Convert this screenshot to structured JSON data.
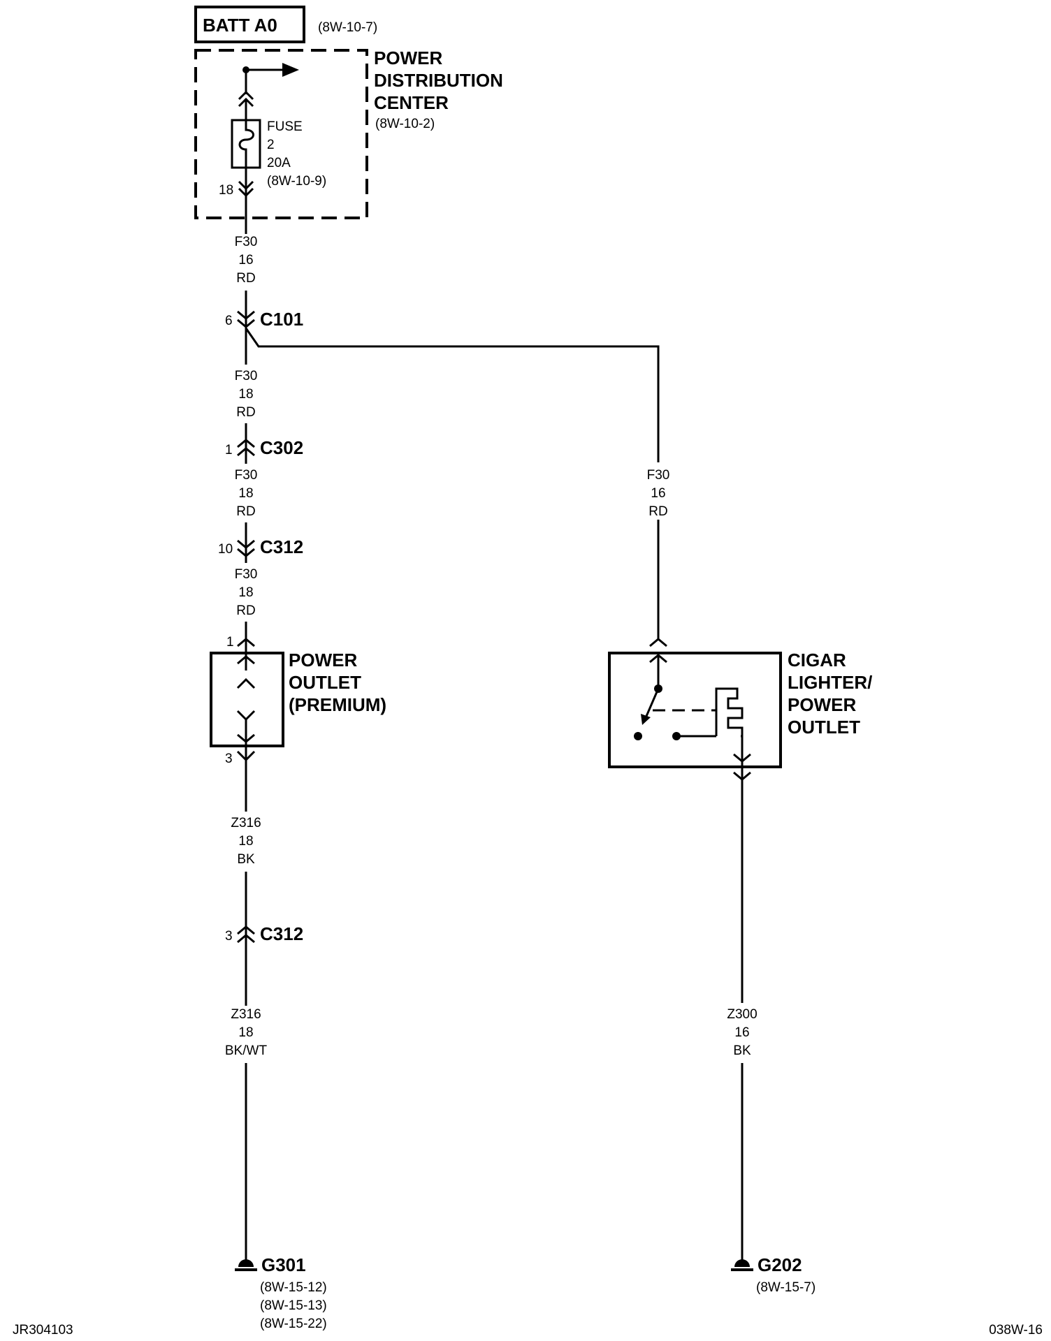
{
  "batt": {
    "label": "BATT A0",
    "ref": "(8W-10-7)"
  },
  "pdc": {
    "line1": "POWER",
    "line2": "DISTRIBUTION",
    "line3": "CENTER",
    "ref": "(8W-10-2)"
  },
  "fuse": {
    "line1": "FUSE",
    "line2": "2",
    "line3": "20A",
    "ref": "(8W-10-9)",
    "pin": "18"
  },
  "wires": {
    "w1": {
      "circuit": "F30",
      "gauge": "16",
      "color": "RD"
    },
    "w2": {
      "circuit": "F30",
      "gauge": "18",
      "color": "RD"
    },
    "w3": {
      "circuit": "F30",
      "gauge": "18",
      "color": "RD"
    },
    "w4": {
      "circuit": "F30",
      "gauge": "18",
      "color": "RD"
    },
    "w5": {
      "circuit": "F30",
      "gauge": "16",
      "color": "RD"
    },
    "w6": {
      "circuit": "Z316",
      "gauge": "18",
      "color": "BK"
    },
    "w7": {
      "circuit": "Z316",
      "gauge": "18",
      "color": "BK/WT"
    },
    "w8": {
      "circuit": "Z300",
      "gauge": "16",
      "color": "BK"
    }
  },
  "connectors": {
    "c101": {
      "name": "C101",
      "pin": "6"
    },
    "c302": {
      "name": "C302",
      "pin": "1"
    },
    "c312a": {
      "name": "C312",
      "pin": "10"
    },
    "c312b": {
      "name": "C312",
      "pin": "3"
    }
  },
  "power_outlet": {
    "line1": "POWER",
    "line2": "OUTLET",
    "line3": "(PREMIUM)",
    "pin_in": "1",
    "pin_out": "3"
  },
  "cigar_lighter": {
    "line1": "CIGAR",
    "line2": "LIGHTER/",
    "line3": "POWER",
    "line4": "OUTLET"
  },
  "grounds": {
    "g301": {
      "name": "G301",
      "refs": [
        "(8W-15-12)",
        "(8W-15-13)",
        "(8W-15-22)"
      ]
    },
    "g202": {
      "name": "G202",
      "refs": [
        "(8W-15-7)"
      ]
    }
  },
  "footer": {
    "left": "JR304103",
    "right": "038W-16"
  }
}
